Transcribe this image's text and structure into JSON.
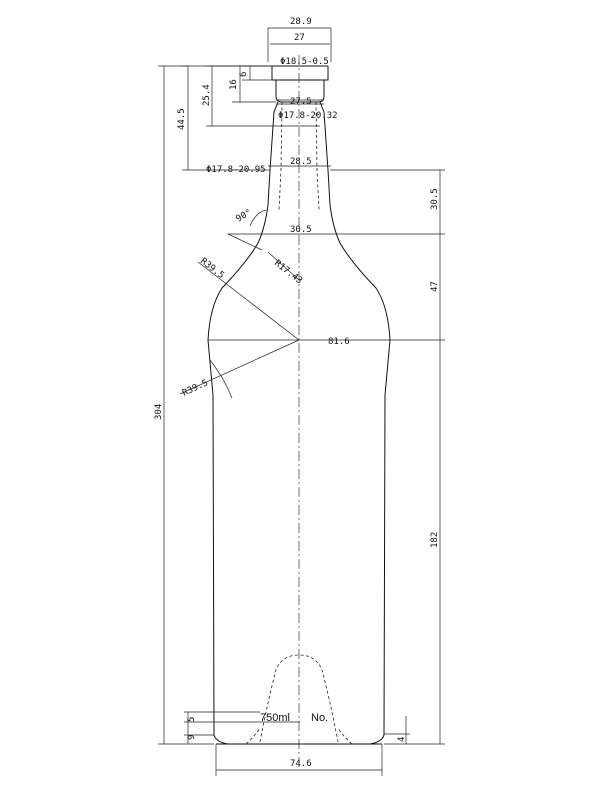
{
  "drawing": {
    "capacity_label": "750ml",
    "number_label": "No."
  },
  "dims": {
    "top_width_outer": "28.9",
    "top_width_inner": "27",
    "bore_dia": "Φ18.5-0.5",
    "lip_height": "6",
    "finish_height_16": "16",
    "finish_height_25": "25.4",
    "neck_height_44": "44.5",
    "neck_width_275": "27.5",
    "bore_range_1": "Φ17.8-20.32",
    "neck_width_285": "28.5",
    "bore_range_2": "Φ17.8-20.95",
    "angle": "90°",
    "shoulder_width": "30.5",
    "shoulder_height": "30.5",
    "radius_1743": "R17.43",
    "radius_395_upper": "R39.5",
    "body_width": "81.6",
    "shoulder_drop": "47",
    "radius_395_lower": "R39.5",
    "total_height": "304",
    "body_height": "182",
    "base_5": "5",
    "base_9": "9",
    "base_4": "4",
    "base_width": "74.6"
  }
}
